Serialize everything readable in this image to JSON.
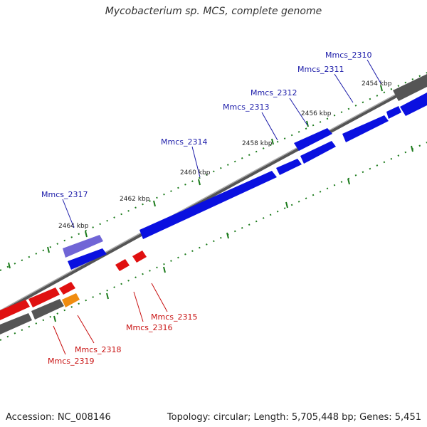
{
  "title": "Mycobacterium sp. MCS, complete genome",
  "footer": {
    "accession": "Accession: NC_008146",
    "summary": "Topology: circular; Length: 5,705,448 bp; Genes: 5,451"
  },
  "colors": {
    "forward_gene": "#0a10e0",
    "forward_gene_light": "#7065d6",
    "reverse_gene": "#e01010",
    "reverse_gene_orange": "#f08c10",
    "backbone_gray": "#666666",
    "tick_green": "#1a7a1a",
    "label_blue": "#1a1aa8",
    "label_red": "#c81010"
  },
  "scale_labels": [
    "2454 kbp",
    "2456 kbp",
    "2458 kbp",
    "2460 kbp",
    "2462 kbp",
    "2464 kbp"
  ],
  "forward_gene_labels": [
    "Mmcs_2310",
    "Mmcs_2311",
    "Mmcs_2312",
    "Mmcs_2313",
    "Mmcs_2314",
    "Mmcs_2317"
  ],
  "reverse_gene_labels": [
    "Mmcs_2315",
    "Mmcs_2316",
    "Mmcs_2318",
    "Mmcs_2319"
  ]
}
